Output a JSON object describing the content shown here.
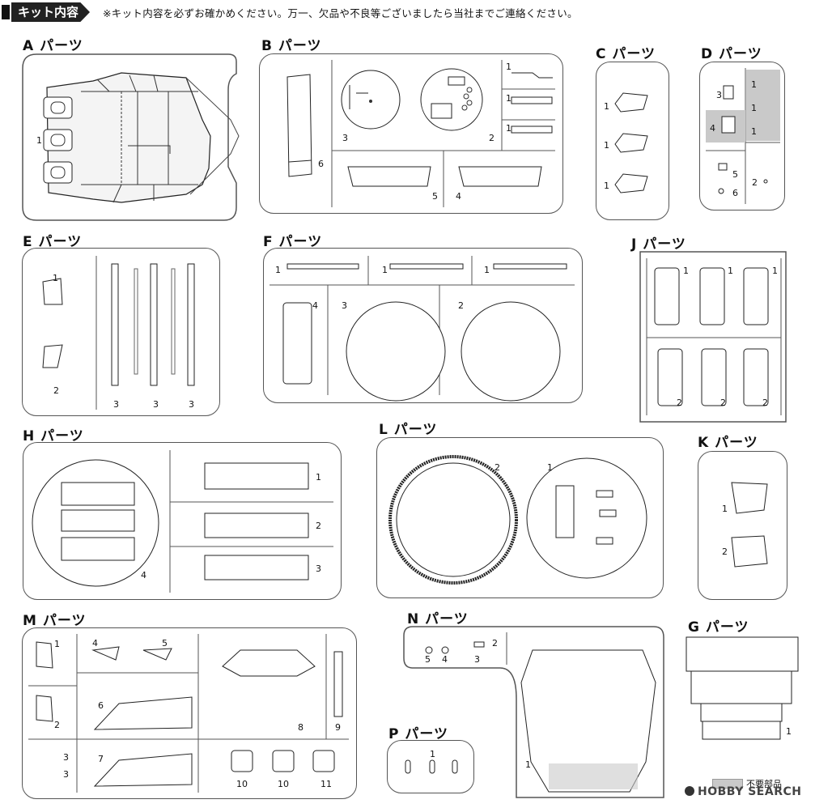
{
  "header": {
    "label": "キット内容",
    "note": "※キット内容を必ずお確かめください。万一、欠品や不良等ございましたら当社までご連絡ください。"
  },
  "sections": {
    "A": {
      "title": "A パーツ",
      "nums": [
        "1"
      ]
    },
    "B": {
      "title": "B パーツ",
      "nums": [
        "3",
        "2",
        "1",
        "1",
        "1",
        "6",
        "5",
        "4"
      ]
    },
    "C": {
      "title": "C パーツ",
      "nums": [
        "1",
        "1",
        "1"
      ]
    },
    "D": {
      "title": "D パーツ",
      "nums": [
        "3",
        "4",
        "1",
        "1",
        "1",
        "5",
        "6",
        "2"
      ]
    },
    "E": {
      "title": "E パーツ",
      "nums": [
        "1",
        "2",
        "3",
        "3",
        "3"
      ]
    },
    "F": {
      "title": "F パーツ",
      "nums": [
        "1",
        "1",
        "1",
        "4",
        "3",
        "2"
      ]
    },
    "J": {
      "title": "J パーツ",
      "nums": [
        "1",
        "1",
        "1",
        "2",
        "2",
        "2"
      ]
    },
    "H": {
      "title": "H パーツ",
      "nums": [
        "1",
        "2",
        "3",
        "4"
      ]
    },
    "L": {
      "title": "L パーツ",
      "nums": [
        "2",
        "1"
      ]
    },
    "K": {
      "title": "K パーツ",
      "nums": [
        "1",
        "2"
      ]
    },
    "M": {
      "title": "M パーツ",
      "nums": [
        "1",
        "4",
        "5",
        "2",
        "6",
        "3",
        "3",
        "7",
        "8",
        "9",
        "10",
        "10",
        "11"
      ]
    },
    "N": {
      "title": "N パーツ",
      "nums": [
        "2",
        "5",
        "4",
        "3",
        "1"
      ]
    },
    "G": {
      "title": "G パーツ",
      "nums": [
        "1"
      ]
    },
    "P": {
      "title": "P パーツ",
      "nums": [
        "1"
      ]
    }
  },
  "legend": {
    "label": "不要部品",
    "color": "#c9c9c9"
  },
  "watermark": "HOBBY SEARCH"
}
